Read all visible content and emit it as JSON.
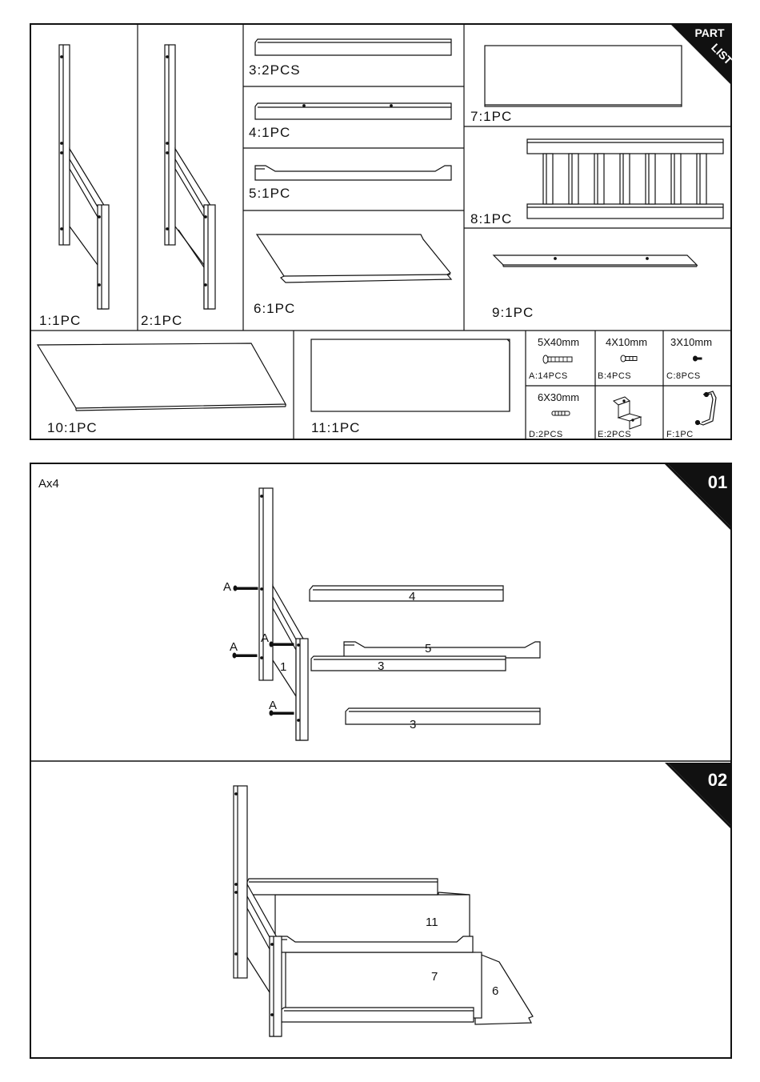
{
  "parts_panel": {
    "corner_badge": [
      "PART",
      "LIST"
    ],
    "parts": [
      {
        "id": "1",
        "label": "1:1PC"
      },
      {
        "id": "2",
        "label": "2:1PC"
      },
      {
        "id": "3",
        "label": "3:2PCS"
      },
      {
        "id": "4",
        "label": "4:1PC"
      },
      {
        "id": "5",
        "label": "5:1PC"
      },
      {
        "id": "6",
        "label": "6:1PC"
      },
      {
        "id": "7",
        "label": "7:1PC"
      },
      {
        "id": "8",
        "label": "8:1PC"
      },
      {
        "id": "9",
        "label": "9:1PC"
      },
      {
        "id": "10",
        "label": "10:1PC"
      },
      {
        "id": "11",
        "label": "11:1PC"
      }
    ],
    "hardware": [
      {
        "id": "A",
        "spec": "5X40mm",
        "count": "A:14PCS",
        "icon": "long-screw-icon"
      },
      {
        "id": "B",
        "spec": "4X10mm",
        "count": "B:4PCS",
        "icon": "short-screw-icon"
      },
      {
        "id": "C",
        "spec": "3X10mm",
        "count": "C:8PCS",
        "icon": "small-screw-icon"
      },
      {
        "id": "D",
        "spec": "6X30mm",
        "count": "D:2PCS",
        "icon": "dowel-icon"
      },
      {
        "id": "E",
        "spec": "",
        "count": "E:2PCS",
        "icon": "bracket-icon"
      },
      {
        "id": "F",
        "spec": "",
        "count": "F:1PC",
        "icon": "hook-icon"
      }
    ]
  },
  "step1": {
    "number": "01",
    "note": "Ax4",
    "callouts": {
      "a1": "A",
      "a2": "A",
      "a3": "A",
      "a4": "A",
      "p4": "4",
      "p5": "5",
      "p3a": "3",
      "p1": "1",
      "p3b": "3"
    }
  },
  "step2": {
    "number": "02",
    "callouts": {
      "p11": "11",
      "p7": "7",
      "p6": "6"
    }
  }
}
